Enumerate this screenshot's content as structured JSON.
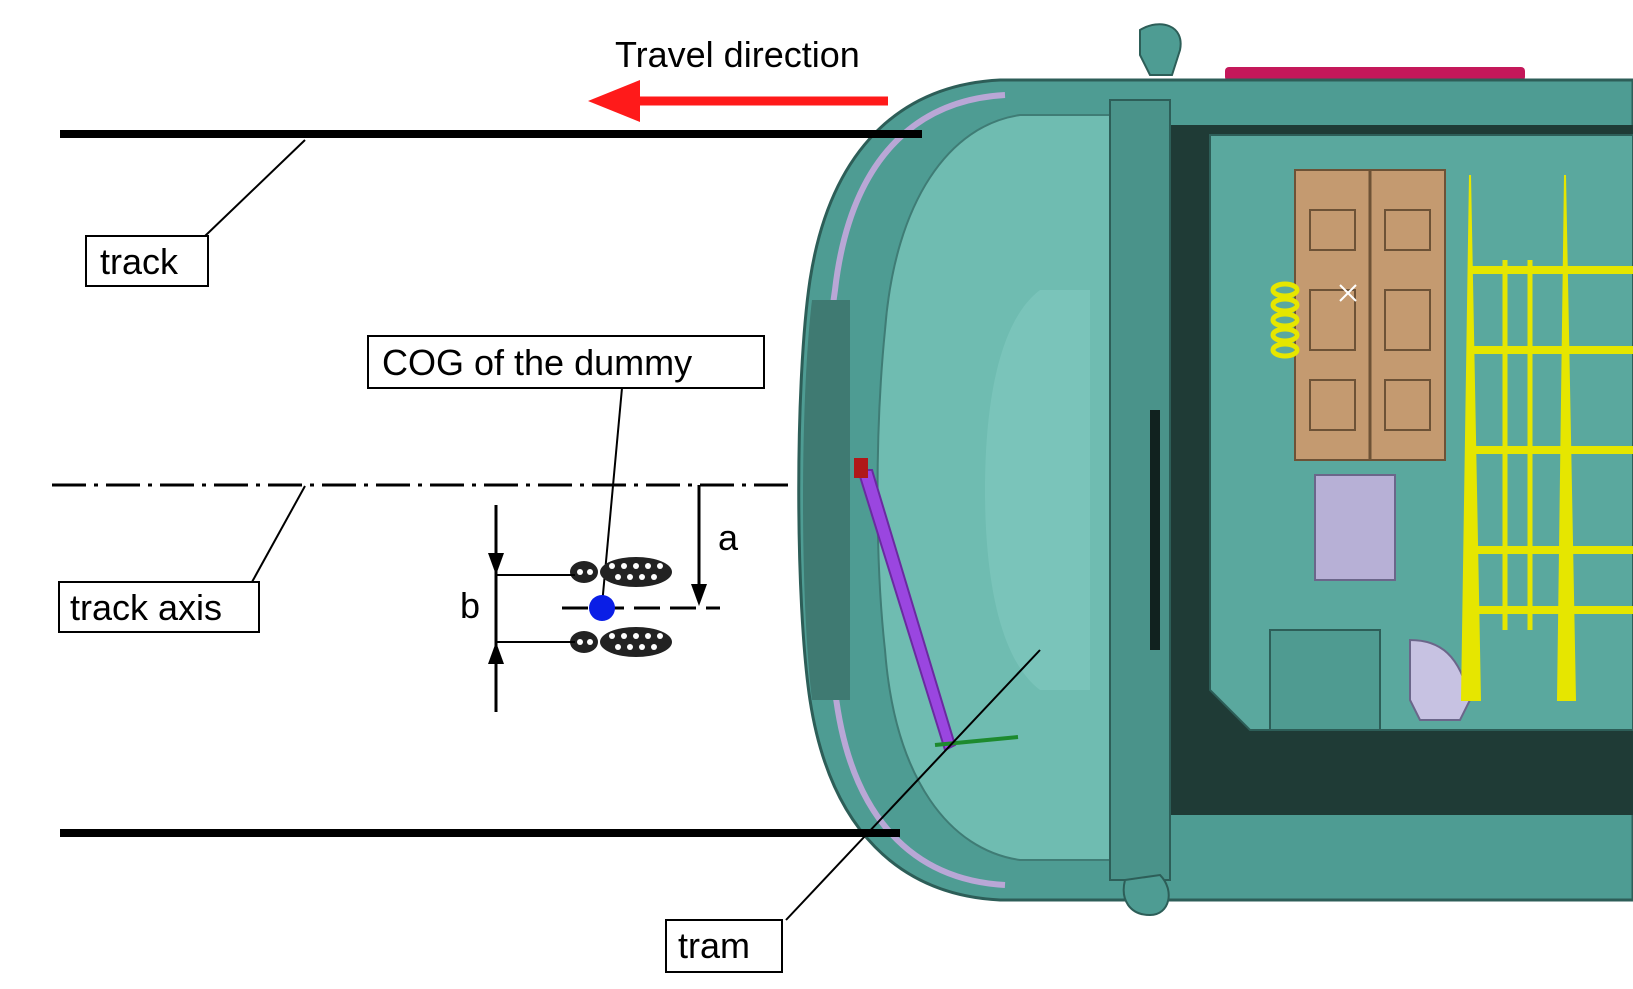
{
  "labels": {
    "travel_direction": "Travel direction",
    "track": "track",
    "track_axis": "track axis",
    "cog": "COG of the dummy",
    "dim_a": "a",
    "dim_b": "b",
    "tram": "tram"
  },
  "colors": {
    "arrow": "#ff1a1a",
    "cog_dot": "#0a1ee6",
    "tram_body": "#4e9c93",
    "tram_body_light": "#6fbcb1",
    "tram_dark": "#1f3b36",
    "equipment": "#c49a70",
    "yellow_frame": "#e6e600",
    "magenta_trim": "#c4185a",
    "purple": "#9a46e0"
  }
}
